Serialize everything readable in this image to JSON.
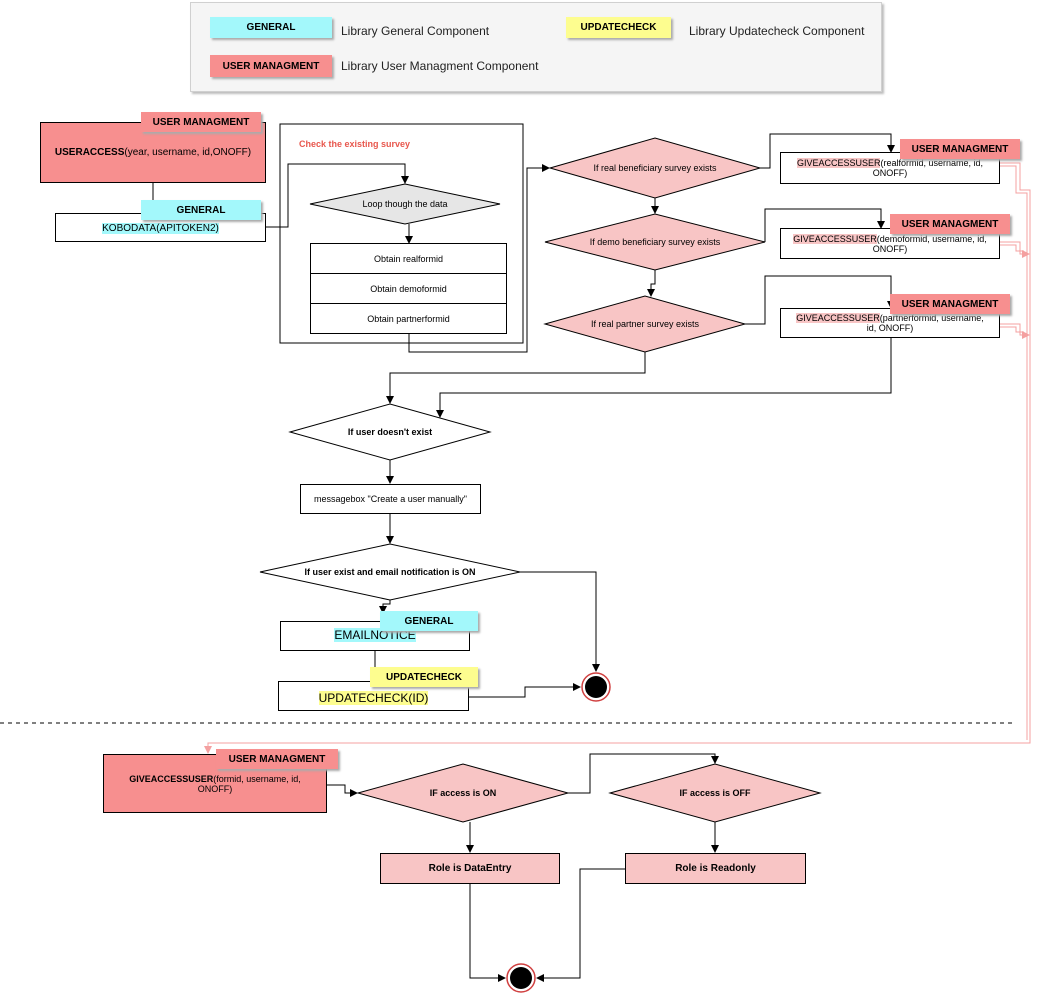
{
  "legend": {
    "general_tag": "GENERAL",
    "general_text": "Library General Component",
    "updatecheck_tag": "UPDATECHECK",
    "updatecheck_text": "Library Updatecheck Component",
    "user_tag": "USER MANAGMENT",
    "user_text": "Library User Managment Component"
  },
  "colors": {
    "general": "#a3f8fb",
    "updatecheck": "#fdfd8f",
    "user_managment": "#f78f8f",
    "decision_fill": "#f8c5c5",
    "grey_decision": "#e6e6e6"
  },
  "top": {
    "useraccess_tag": "USER MANAGMENT",
    "useraccess_name": "USERACCESS",
    "useraccess_args": "(year, username, id,ONOFF)",
    "kobodata_tag": "GENERAL",
    "kobodata_name": "KOBODATA(APITOKEN2)",
    "survey_title": "Check the existing survey",
    "loop_label": "Loop though the data",
    "rows": [
      "Obtain realformid",
      "Obtain demoformid",
      "Obtain partnerformid"
    ]
  },
  "decisions": {
    "real_beneficiary": "If real beneficiary survey  exists",
    "demo_beneficiary": "If demo beneficiary survey exists",
    "real_partner": "If real partner survey exists",
    "user_not_exist": "If user doesn't exist",
    "user_email": "If user exist and email notification is ON",
    "access_on": "IF access is ON",
    "access_off": "IF access is OFF"
  },
  "give_access": [
    {
      "tag": "USER MANAGMENT",
      "name": "GIVEACCESSUSER",
      "args_a": "(realformid, username, id,",
      "args_b": "ONOFF)"
    },
    {
      "tag": "USER MANAGMENT",
      "name": "GIVEACCESSUSER",
      "args_a": "(demoformid, username, id,",
      "args_b": "ONOFF)"
    },
    {
      "tag": "USER MANAGMENT",
      "name": "GIVEACCESSUSER",
      "args_a": "(partnerformid, username,",
      "args_b": "id, ONOFF)"
    }
  ],
  "middle": {
    "messagebox": "messagebox \"Create a user manually\"",
    "emailnotice_tag": "GENERAL",
    "emailnotice": "EMAILNOTICE",
    "updatecheck_tag": "UPDATECHECK",
    "updatecheck": "UPDATECHECK(ID)"
  },
  "bottom": {
    "give_tag": "USER MANAGMENT",
    "give_name": "GIVEACCESSUSER",
    "give_args_a": "(formid, username, id,",
    "give_args_b": "ONOFF)",
    "role_dataentry": "Role is DataEntry",
    "role_readonly": "Role is Readonly"
  }
}
